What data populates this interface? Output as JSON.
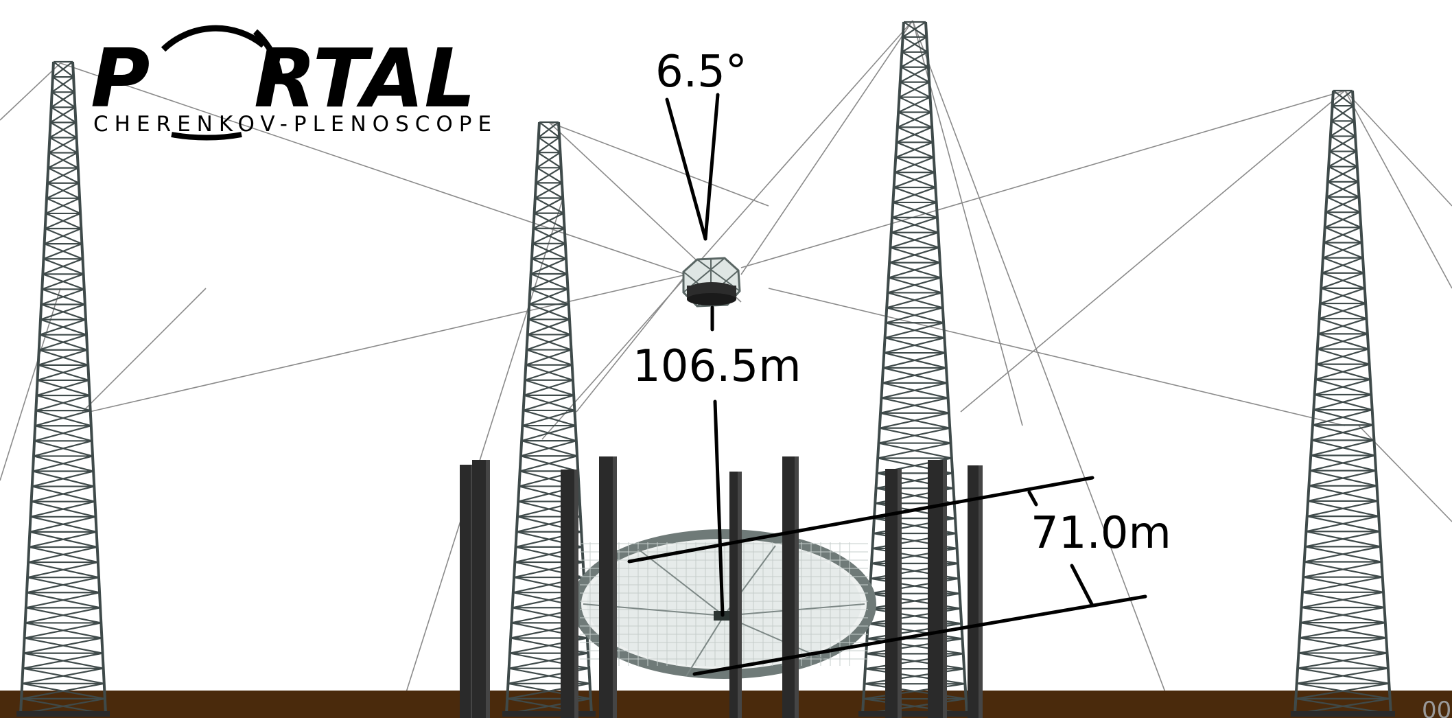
{
  "logo": {
    "word_left": "P",
    "word_right": "RTAL",
    "subtitle": "CHERENKOV-PLENOSCOPE"
  },
  "dimensions": {
    "field_of_view": "6.5°",
    "focal_length": "106.5m",
    "mirror_diameter": "71.0m"
  },
  "corner_mark": "00",
  "colors": {
    "ground": "#4a2a0c",
    "tower": "#3f4a4a",
    "pillar": "#2a2a2a",
    "dish": "#cfd6d4",
    "ink": "#000000"
  },
  "icons": {
    "logo_ring": "portal-ring-icon"
  }
}
